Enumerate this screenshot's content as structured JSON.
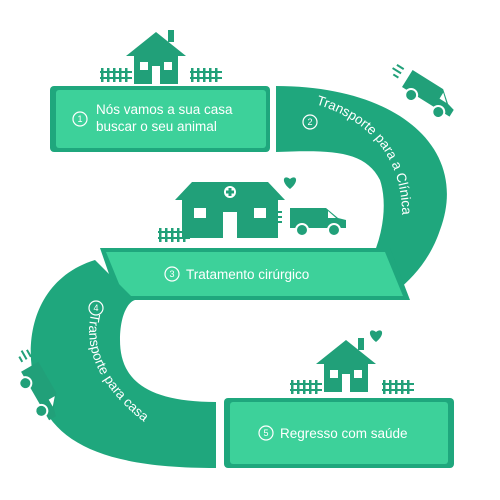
{
  "colors": {
    "road_light": "#3dd19a",
    "road_dark": "#1fa77d",
    "icon": "#21a079",
    "heart": "#21a079",
    "text": "#ffffff"
  },
  "steps": [
    {
      "number": "1",
      "line1": "Nós vamos a sua casa",
      "line2": "buscar o seu animal"
    },
    {
      "number": "2",
      "label": "Transporte para a Clínica"
    },
    {
      "number": "3",
      "label": "Tratamento cirúrgico"
    },
    {
      "number": "4",
      "label": "Transporte para casa"
    },
    {
      "number": "5",
      "label": "Regresso com saúde"
    }
  ],
  "icons": [
    "house-icon",
    "fence-icon",
    "van-icon",
    "clinic-icon",
    "heart-icon"
  ]
}
